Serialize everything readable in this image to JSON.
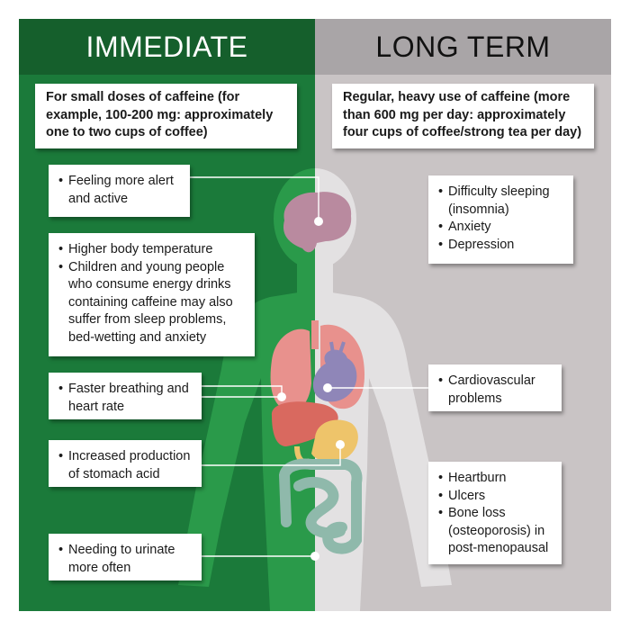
{
  "headers": {
    "left": "IMMEDIATE",
    "right": "LONG TERM"
  },
  "intro": {
    "left": "For small doses of caffeine (for example, 100-200 mg: approximately one to two cups of coffee)",
    "right": "Regular, heavy use of caffeine (more than 600 mg per day: approximately four cups of coffee/strong tea per day)"
  },
  "immediate_effects": [
    {
      "items": [
        "Feeling more alert and active"
      ]
    },
    {
      "items": [
        "Higher body temperature",
        "Children and young people who consume energy drinks containing caffeine may also suffer from sleep problems, bed-wetting and anxiety"
      ]
    },
    {
      "items": [
        "Faster breathing and heart rate"
      ]
    },
    {
      "items": [
        "Increased production of stomach acid"
      ]
    },
    {
      "items": [
        "Needing to urinate more often"
      ]
    }
  ],
  "long_term_effects": [
    {
      "items": [
        "Difficulty sleeping (insomnia)",
        "Anxiety",
        "Depression"
      ]
    },
    {
      "items": [
        "Cardiovascular problems"
      ]
    },
    {
      "items": [
        "Heartburn",
        "Ulcers",
        "Bone loss (osteoporosis) in post-menopausal"
      ]
    }
  ],
  "colors": {
    "immediate_bg": "#1b7a3a",
    "immediate_header": "#155f2c",
    "long_term_bg": "#c9c4c5",
    "long_term_header": "#a9a5a7",
    "body_left": "#2a9a4a",
    "body_right": "#e3e1e2",
    "brain": "#b98a9f",
    "lungs": "#e8918d",
    "heart": "#8f86b8",
    "liver": "#d9695f",
    "stomach": "#eec46a",
    "intestines": "#8fb9ab"
  }
}
